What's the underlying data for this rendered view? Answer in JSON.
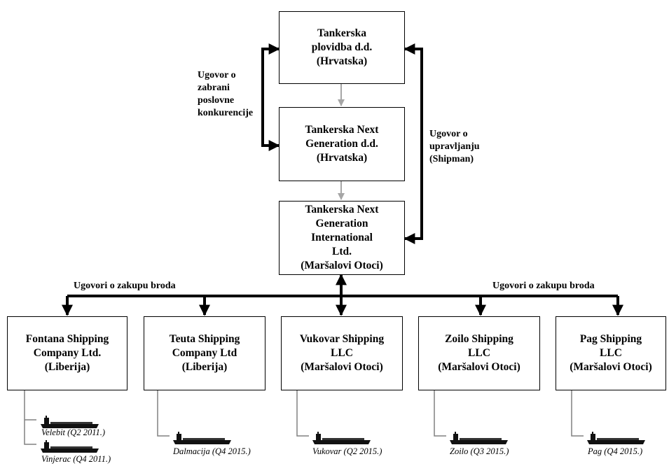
{
  "boxes": {
    "tp": "Tankerska\nplovidba d.d.\n(Hrvatska)",
    "tng": "Tankerska Next\nGeneration d.d.\n(Hrvatska)",
    "tngi": "Tankerska Next\nGeneration\nInternational\nLtd.\n(Maršalovi Otoci)",
    "fontana": "Fontana Shipping\nCompany Ltd.\n(Liberija)",
    "teuta": "Teuta Shipping\nCompany Ltd\n(Liberija)",
    "vukovar": "Vukovar Shipping\nLLC\n(Maršalovi Otoci)",
    "zoilo": "Zoilo  Shipping\nLLC\n(Maršalovi Otoci)",
    "pag": "Pag Shipping\nLLC\n(Maršalovi Otoci)"
  },
  "labels": {
    "non_compete": "Ugovor o\nzabrani\nposlovne\nkonkurencije",
    "management": "Ugovor o\nupravljanju\n(Shipman)",
    "charter_left": "Ugovori o zakupu broda",
    "charter_right": "Ugovori o zakupu broda"
  },
  "ships": {
    "velebit": "Velebit (Q2 2011.)",
    "vinjerac": "Vinjerac (Q4 2011.)",
    "dalmacija": "Dalmacija  (Q4 2015.)",
    "vukovar": "Vukovar (Q2 2015.)",
    "zoilo": "Zoilo (Q3 2015.)",
    "pag": "Pag  (Q4 2015.)"
  },
  "colors": {
    "ownership_arrow": "#a6a6a6",
    "contract_arrow": "#000000",
    "ship_line": "#808080"
  }
}
